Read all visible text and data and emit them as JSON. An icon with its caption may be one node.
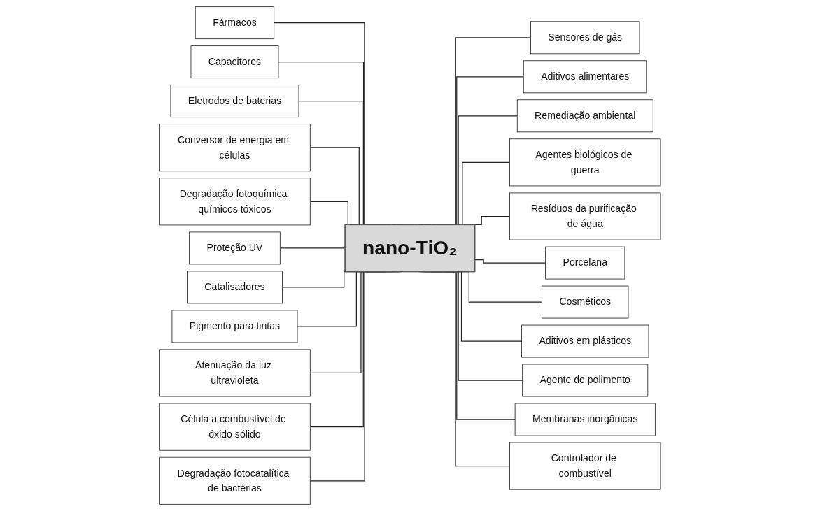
{
  "diagram": {
    "nodes": [
      {
        "text": [
          "nano-TiO₂"
        ]
      },
      {
        "text": [
          "Fármacos"
        ]
      },
      {
        "text": [
          "Capacitores"
        ]
      },
      {
        "text": [
          "Eletrodos de baterias"
        ]
      },
      {
        "text": [
          "Conversor de energia em células"
        ]
      },
      {
        "text": [
          "Degradação fotoquímica químicos tóxicos"
        ]
      },
      {
        "text": [
          "Sensores de gás"
        ]
      },
      {
        "text": [
          "Aditivos alimentares"
        ]
      },
      {
        "text": [
          "Remediação ambiental"
        ]
      },
      {
        "text": [
          "Agentes biológicos de guerra"
        ]
      },
      {
        "text": [
          "Resíduos da purificação de água"
        ]
      },
      {
        "text": [
          "Proteção UV"
        ]
      },
      {
        "text": [
          "Catalisadores"
        ]
      },
      {
        "text": [
          "Pigmento para tintas"
        ]
      },
      {
        "text": [
          "Atenuação da luz ultravioleta"
        ]
      },
      {
        "text": [
          "Célula a combustível de óxido sólido"
        ]
      },
      {
        "text": [
          "Degradação fotocatalítica de bactérias"
        ]
      },
      {
        "text": [
          "Porcelana"
        ]
      },
      {
        "text": [
          "Cosméticos"
        ]
      },
      {
        "text": [
          "Aditivos em plásticos"
        ]
      },
      {
        "text": [
          "Agente de polimento"
        ]
      },
      {
        "text": [
          "Membranas inorgânicas"
        ]
      },
      {
        "text": [
          "Controlador de combustível"
        ]
      }
    ],
    "edges": [
      {
        "from": 1,
        "to": 0,
        "arrow": "none"
      },
      {
        "from": 2,
        "to": 0,
        "arrow": "none"
      },
      {
        "from": 3,
        "to": 0,
        "arrow": "none"
      },
      {
        "from": 4,
        "to": 0,
        "arrow": "none"
      },
      {
        "from": 5,
        "to": 0,
        "arrow": "none"
      },
      {
        "from": 0,
        "to": 6,
        "arrow": "none"
      },
      {
        "from": 0,
        "to": 7,
        "arrow": "none"
      },
      {
        "from": 0,
        "to": 8,
        "arrow": "none"
      },
      {
        "from": 0,
        "to": 9,
        "arrow": "none"
      },
      {
        "from": 0,
        "to": 10,
        "arrow": "none"
      },
      {
        "from": 11,
        "to": 0,
        "arrow": "none"
      },
      {
        "from": 12,
        "to": 0,
        "arrow": "none"
      },
      {
        "from": 13,
        "to": 0,
        "arrow": "none"
      },
      {
        "from": 14,
        "to": 0,
        "arrow": "none"
      },
      {
        "from": 15,
        "to": 0,
        "arrow": "none"
      },
      {
        "from": 16,
        "to": 0,
        "arrow": "none"
      },
      {
        "from": 0,
        "to": 17,
        "arrow": "none"
      },
      {
        "from": 0,
        "to": 18,
        "arrow": "none"
      },
      {
        "from": 0,
        "to": 19,
        "arrow": "none"
      },
      {
        "from": 0,
        "to": 20,
        "arrow": "none"
      },
      {
        "from": 0,
        "to": 21,
        "arrow": "none"
      },
      {
        "from": 0,
        "to": 22,
        "arrow": "none"
      }
    ]
  }
}
